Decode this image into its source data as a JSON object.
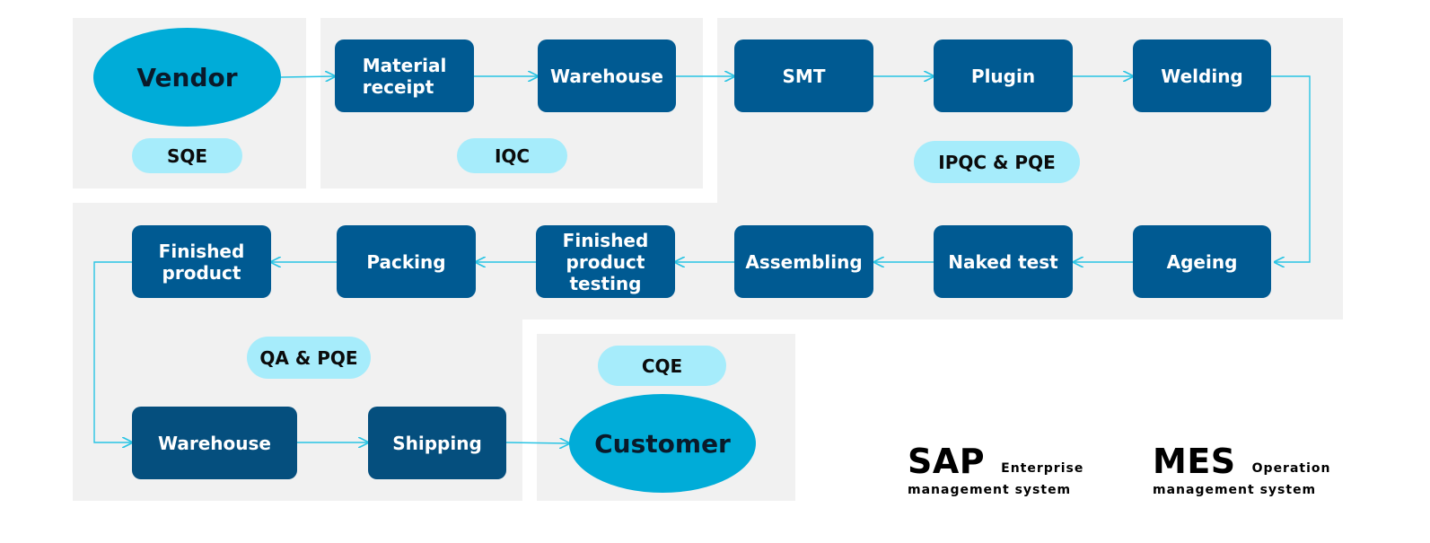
{
  "nodes": {
    "vendor": "Vendor",
    "material_receipt": "Material\nreceipt",
    "warehouse_in": "Warehouse",
    "smt": "SMT",
    "plugin": "Plugin",
    "welding": "Welding",
    "ageing": "Ageing",
    "naked_test": "Naked test",
    "assembling": "Assembling",
    "fp_testing": "Finished\nproduct\ntesting",
    "packing": "Packing",
    "finished_product": "Finished\nproduct",
    "warehouse_out": "Warehouse",
    "shipping": "Shipping",
    "customer": "Customer"
  },
  "roles": {
    "sqe": "SQE",
    "iqc": "IQC",
    "ipqc_pqe": "IPQC & PQE",
    "qa_pqe": "QA & PQE",
    "cqe": "CQE"
  },
  "legend": {
    "sap": {
      "abbr": "SAP",
      "line1": "Enterprise",
      "line2": "management system"
    },
    "mes": {
      "abbr": "MES",
      "line1": "Operation",
      "line2": "management system"
    }
  },
  "colors": {
    "box": "#005a92",
    "ellipse": "#00acd8",
    "pill": "#a6ecfb",
    "panel": "#f1f1f1",
    "connector": "#29c4e4"
  }
}
